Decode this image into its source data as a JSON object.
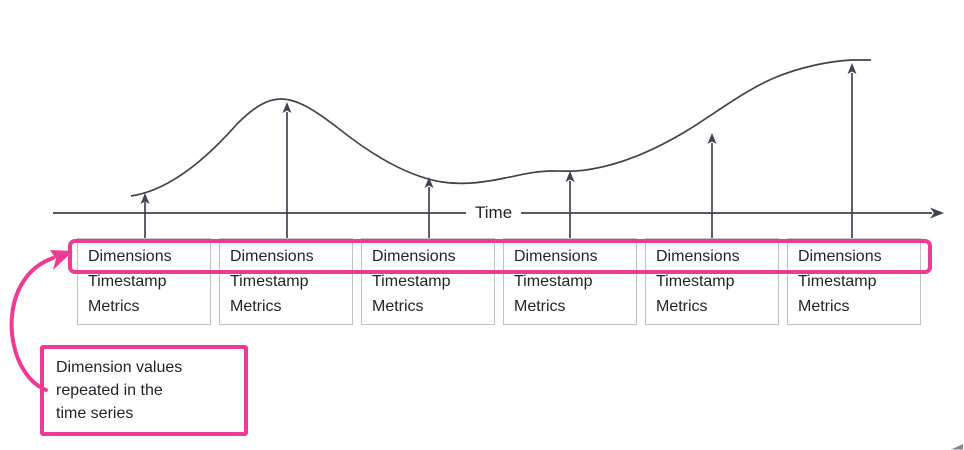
{
  "diagram": {
    "axis": {
      "label": "Time"
    },
    "records": [
      {
        "dimensions": "Dimensions",
        "timestamp": "Timestamp",
        "metrics": "Metrics"
      },
      {
        "dimensions": "Dimensions",
        "timestamp": "Timestamp",
        "metrics": "Metrics"
      },
      {
        "dimensions": "Dimensions",
        "timestamp": "Timestamp",
        "metrics": "Metrics"
      },
      {
        "dimensions": "Dimensions",
        "timestamp": "Timestamp",
        "metrics": "Metrics"
      },
      {
        "dimensions": "Dimensions",
        "timestamp": "Timestamp",
        "metrics": "Metrics"
      },
      {
        "dimensions": "Dimensions",
        "timestamp": "Timestamp",
        "metrics": "Metrics"
      }
    ],
    "callout": {
      "text": "Dimension values\nrepeated in the\ntime series"
    },
    "colors": {
      "accent_pink": "#ee3b92",
      "line_dark": "#3e4450",
      "box_border": "#bfc3c8",
      "text": "#1f2228"
    }
  }
}
